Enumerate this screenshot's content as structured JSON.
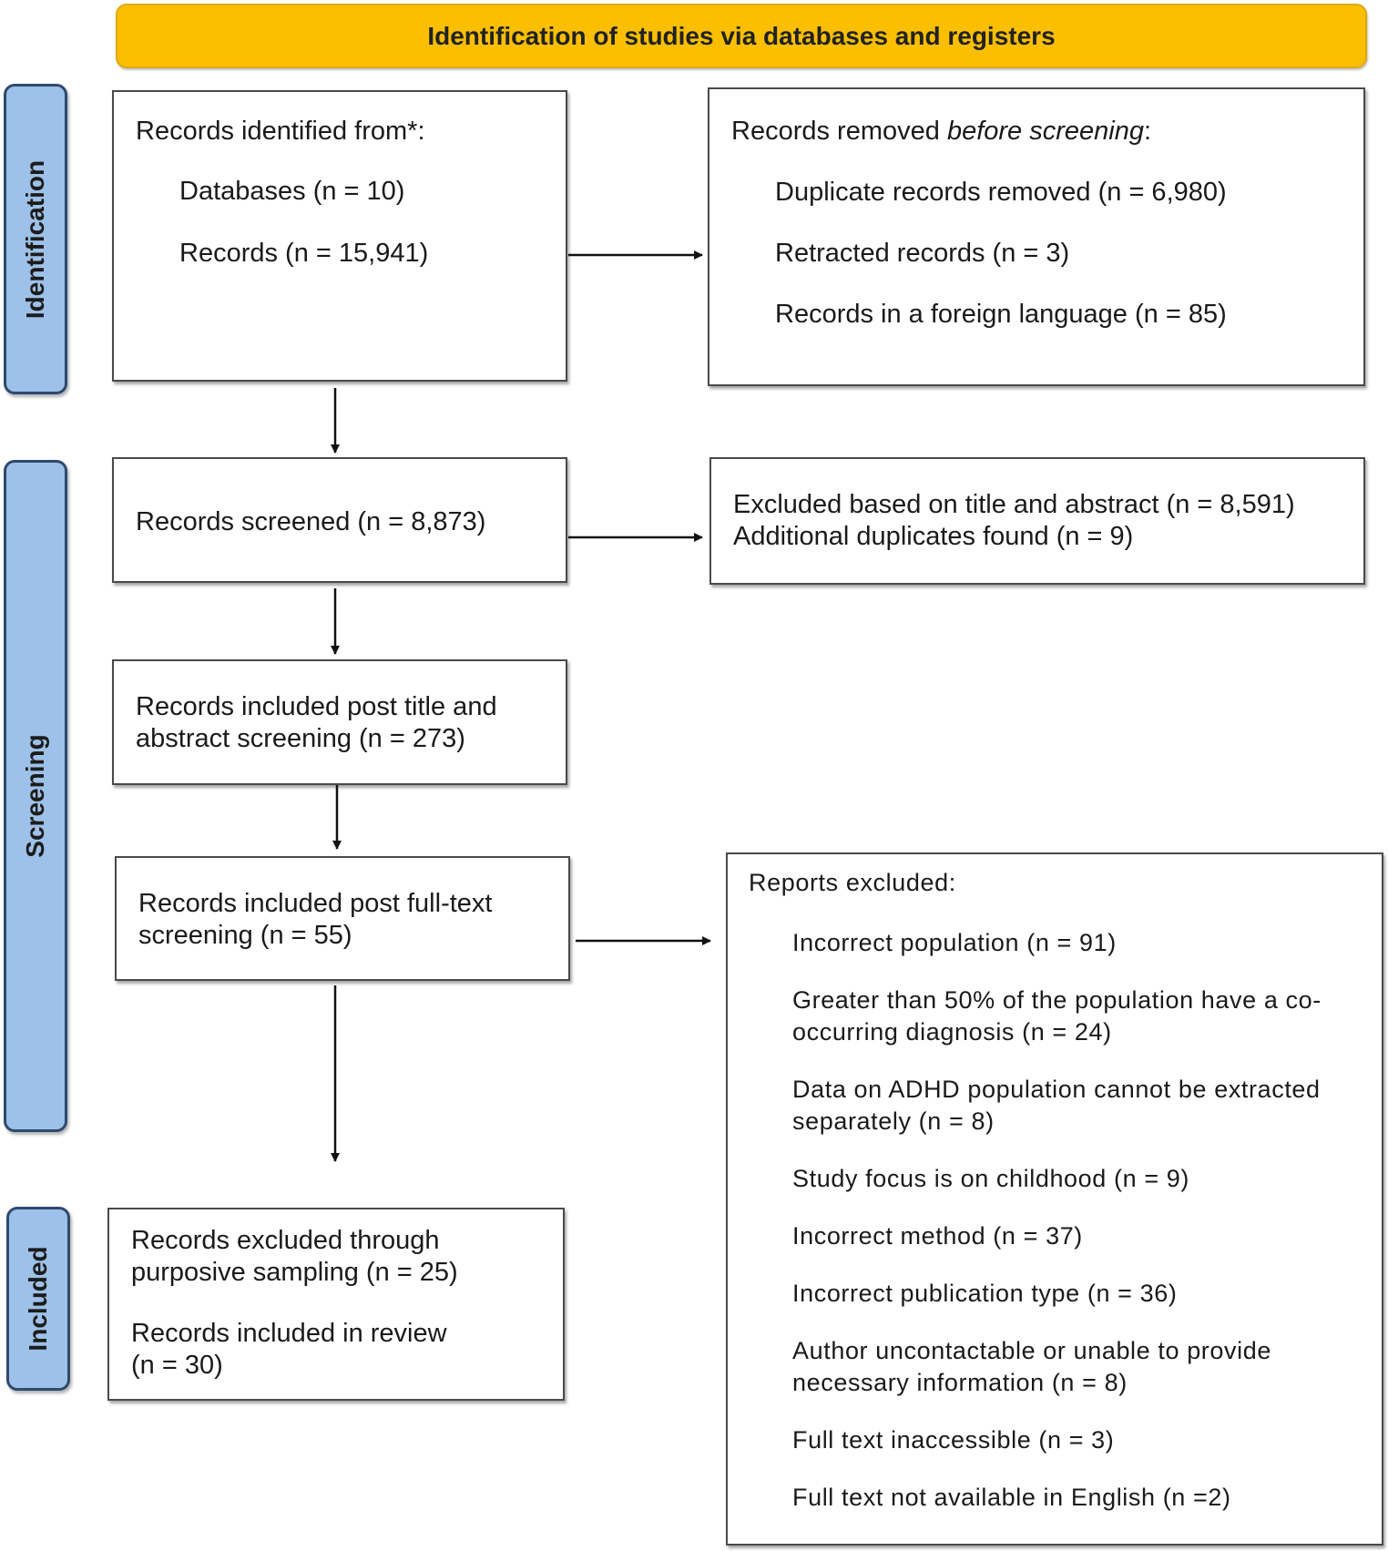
{
  "banner": "Identification  of studies via databases and registers",
  "phases": {
    "identification": "Identification",
    "screening": "Screening",
    "included": "Included"
  },
  "identified": {
    "heading": "Records identified from*:",
    "databases": "Databases (n = 10)",
    "records": "Records (n = 15,941)"
  },
  "removed": {
    "heading_pre": "Records removed ",
    "heading_em": "before screening",
    "heading_post": ":",
    "duplicates": "Duplicate records removed (n = 6,980)",
    "retracted": "Retracted records (n = 3)",
    "foreign": "Records in a foreign language (n = 85)"
  },
  "screened": {
    "text": "Records screened (n = 8,873)"
  },
  "excluded_ta": {
    "line1": "Excluded based on title and abstract (n = 8,591)",
    "line2": "Additional duplicates found (n = 9)"
  },
  "post_ta": {
    "line1": "Records included post title and",
    "line2": "abstract screening (n = 273)"
  },
  "post_ft": {
    "line1": "Records included post full-text",
    "line2": "screening (n = 55)"
  },
  "included": {
    "excl_line1": "Records excluded through",
    "excl_line2": "purposive sampling (n = 25)",
    "incl_line1": "Records included in review",
    "incl_line2": "(n = 30)"
  },
  "reports_excluded": {
    "heading": "Reports excluded:",
    "items": [
      {
        "line1": "Incorrect population  (n = 91)"
      },
      {
        "line1": "Greater than 50% of the population have a co-",
        "line2": "occurring diagnosis (n = 24)"
      },
      {
        "line1": "Data on ADHD population cannot be extracted",
        "line2": "separately (n = 8)"
      },
      {
        "line1": "Study focus is on childhood  (n = 9)"
      },
      {
        "line1": "Incorrect method  (n = 37)"
      },
      {
        "line1": "Incorrect publication type  (n = 36)"
      },
      {
        "line1": "Author uncontactable or unable to provide",
        "line2": "necessary information  (n = 8)"
      },
      {
        "line1": "Full text inaccessible  (n = 3)"
      },
      {
        "line1": "Full text not available in English  (n =2)"
      }
    ]
  }
}
